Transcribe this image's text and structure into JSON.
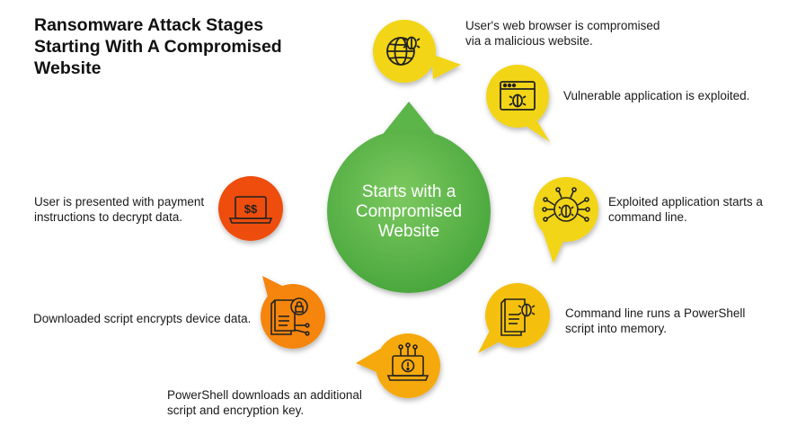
{
  "title": {
    "line1": "Ransomware Attack Stages",
    "line2": "Starting With A Compromised",
    "line3": "Website"
  },
  "center": {
    "line1": "Starts with a",
    "line2": "Compromised",
    "line3": "Website",
    "color": "#5bb54a"
  },
  "stages": [
    {
      "icon": "globe-bug-icon",
      "color": "#f2d515",
      "line1": "User's web browser is compromised",
      "line2": "via a malicious website."
    },
    {
      "icon": "browser-bug-icon",
      "color": "#f2d515",
      "line1": "Vulnerable application is exploited.",
      "line2": ""
    },
    {
      "icon": "bug-network-icon",
      "color": "#f2d515",
      "line1": "Exploited application starts a",
      "line2": "command line."
    },
    {
      "icon": "script-bug-icon",
      "color": "#f4c010",
      "line1": "Command line runs a PowerShell",
      "line2": "script into memory."
    },
    {
      "icon": "laptop-alert-icon",
      "color": "#f6a90c",
      "line1": "PowerShell downloads an additional",
      "line2": "script and encryption key."
    },
    {
      "icon": "script-lock-icon",
      "color": "#f5850f",
      "line1": "Downloaded script encrypts device data.",
      "line2": ""
    },
    {
      "icon": "laptop-dollar-icon",
      "color": "#ee4e0e",
      "line1": "User is presented with payment",
      "line2": "instructions to decrypt data."
    }
  ]
}
